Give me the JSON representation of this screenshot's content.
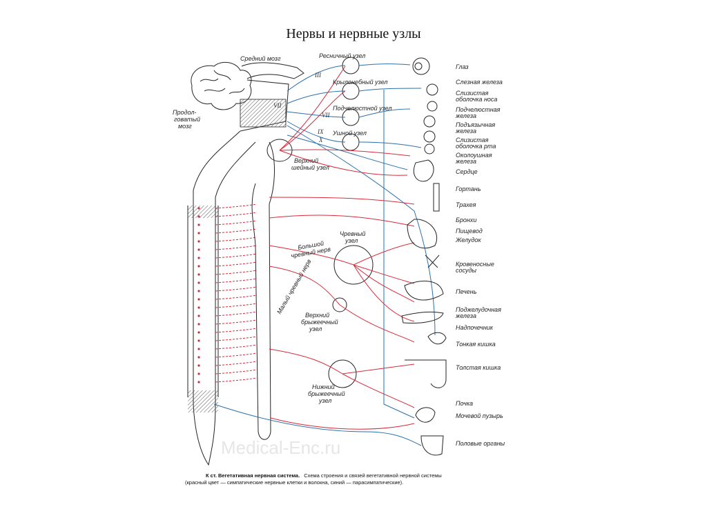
{
  "slide": {
    "title": "Нервы и нервные узлы"
  },
  "watermark": "Medical-Enc.ru",
  "brain_labels": [
    {
      "id": "midbrain",
      "text": "Средний мозг"
    },
    {
      "id": "medulla1",
      "text": "Продол-"
    },
    {
      "id": "medulla2",
      "text": "говатый"
    },
    {
      "id": "medulla3",
      "text": "мозг"
    }
  ],
  "roman_numerals": [
    "III",
    "VII",
    "VII",
    "IX",
    "X"
  ],
  "ganglia": [
    {
      "id": "ciliary",
      "text": "Ресничный узел"
    },
    {
      "id": "pterygo",
      "text": "Крылонебный узел"
    },
    {
      "id": "submandibular",
      "text": "Подчелюстной узел"
    },
    {
      "id": "otic",
      "text": "Ушной узел"
    },
    {
      "id": "sup-cervical1",
      "text": "Верхний"
    },
    {
      "id": "sup-cervical2",
      "text": "шейный узел"
    },
    {
      "id": "celiac1",
      "text": "Чревный"
    },
    {
      "id": "celiac2",
      "text": "узел"
    },
    {
      "id": "gr-spl1",
      "text": "Большой"
    },
    {
      "id": "gr-spl2",
      "text": "чревный нерв"
    },
    {
      "id": "lesser-spl",
      "text": "Малый чревный нерв"
    },
    {
      "id": "sup-mes1",
      "text": "Верхний"
    },
    {
      "id": "sup-mes2",
      "text": "брыжеечный"
    },
    {
      "id": "sup-mes3",
      "text": "узел"
    },
    {
      "id": "inf-mes1",
      "text": "Нижний"
    },
    {
      "id": "inf-mes2",
      "text": "брыжеечный"
    },
    {
      "id": "inf-mes3",
      "text": "узел"
    }
  ],
  "organs": [
    {
      "id": "eye",
      "text": "Глаз"
    },
    {
      "id": "lacrimal",
      "text": "Слезная железа"
    },
    {
      "id": "nasal1",
      "text": "Слизистая"
    },
    {
      "id": "nasal2",
      "text": "оболочка носа"
    },
    {
      "id": "submand1",
      "text": "Подчелюстная"
    },
    {
      "id": "submand2",
      "text": "железа"
    },
    {
      "id": "subling1",
      "text": "Подъязычная"
    },
    {
      "id": "subling2",
      "text": "железа"
    },
    {
      "id": "oral1",
      "text": "Слизистая"
    },
    {
      "id": "oral2",
      "text": "оболочка рта"
    },
    {
      "id": "parotid1",
      "text": "Околоушная"
    },
    {
      "id": "parotid2",
      "text": "железа"
    },
    {
      "id": "heart",
      "text": "Сердце"
    },
    {
      "id": "larynx",
      "text": "Гортань"
    },
    {
      "id": "trachea",
      "text": "Трахея"
    },
    {
      "id": "bronchi",
      "text": "Бронхи"
    },
    {
      "id": "esophagus",
      "text": "Пищевод"
    },
    {
      "id": "stomach",
      "text": "Желудок"
    },
    {
      "id": "vessels1",
      "text": "Кровеносные"
    },
    {
      "id": "vessels2",
      "text": "сосуды"
    },
    {
      "id": "liver",
      "text": "Печень"
    },
    {
      "id": "pancreas1",
      "text": "Поджелудочная"
    },
    {
      "id": "pancreas2",
      "text": "железа"
    },
    {
      "id": "adrenal",
      "text": "Надпочечник"
    },
    {
      "id": "small-int",
      "text": "Тонкая кишка"
    },
    {
      "id": "large-int",
      "text": "Толстая кишка"
    },
    {
      "id": "kidney",
      "text": "Почка"
    },
    {
      "id": "bladder",
      "text": "Мочевой пузырь"
    },
    {
      "id": "genitals",
      "text": "Половые органы"
    }
  ],
  "caption": {
    "line1_bold": "К ст. Вегетативная нервная система.",
    "line1_rest": "Схема строения и связей вегетативной нервной системы",
    "line2": "(красный цвет — симпатические нервные клетки и волокна, синий — парасимпатические)."
  },
  "colors": {
    "sympathetic": "#d9283a",
    "parasympathetic": "#2a6fa8",
    "ink": "#222222"
  }
}
